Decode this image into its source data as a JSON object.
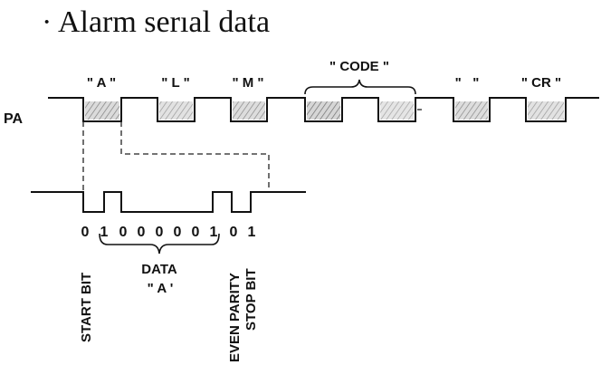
{
  "title": "· Alarm serıal data",
  "line_label": "PA",
  "top_labels": [
    "\" A \"",
    "\" L \"",
    "\" M \"",
    "\" CODE \"",
    "\"   \"",
    "\" CR \""
  ],
  "bits": [
    "0",
    "1",
    "0",
    "0",
    "0",
    "0",
    "0",
    "1",
    "0",
    "1"
  ],
  "annotations": {
    "start_bit": "START BIT",
    "data": "DATA",
    "data_char": "\" A '",
    "even_parity": "EVEN PARITY",
    "stop_bit": "STOP BIT"
  }
}
